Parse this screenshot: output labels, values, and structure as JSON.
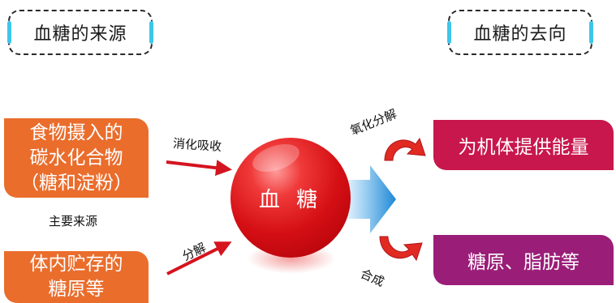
{
  "headers": {
    "source": "血糖的来源",
    "destination": "血糖的去向"
  },
  "sources": {
    "food_lines": [
      "食物摄入的",
      "碳水化合物",
      "（糖和淀粉）"
    ],
    "food_note": "主要来源",
    "storage_lines": [
      "体内贮存的",
      "糖原等"
    ]
  },
  "center": {
    "label": "血 糖"
  },
  "processes": {
    "digest": "消化吸收",
    "decompose": "分解",
    "oxidize": "氧化分解",
    "synthesize": "合成"
  },
  "destinations": {
    "energy": "为机体提供能量",
    "storage": "糖原、脂肪等"
  },
  "colors": {
    "orange": "#ea6d2c",
    "crimson": "#c8174c",
    "purple": "#9a1e78",
    "red_ball": "#d40f14",
    "blue_arrow": "#1e88d6",
    "accent_cyan": "#3ec6ea"
  }
}
